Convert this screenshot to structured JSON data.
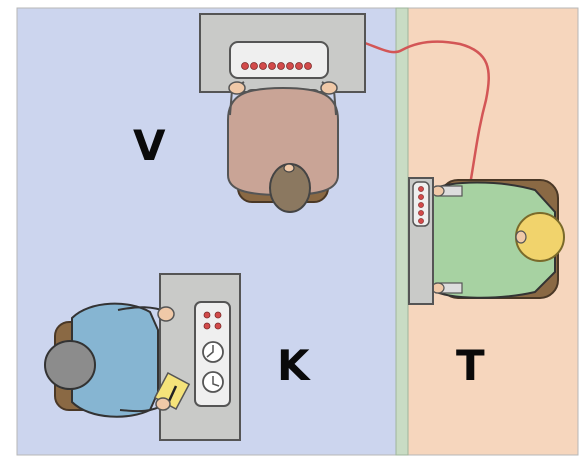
{
  "rooms": {
    "left": {
      "label": "V",
      "color": "#ccd5ee"
    },
    "bottom_left": {
      "label": "K"
    },
    "right": {
      "label": "T",
      "color": "#f6d6bd"
    }
  },
  "colors": {
    "wall": "#c9dcc4",
    "desk": "#c9cac8",
    "wire": "#d35656",
    "light": "#d24a4a",
    "experimenter_shirt": "#c9a496",
    "experimenter_hair": "#8b7860",
    "teacher_shirt": "#86b5d2",
    "teacher_hair": "#8c8c8c",
    "learner_shirt": "#a7d2a2",
    "learner_hair": "#f1d36c",
    "chair": "#8a6944",
    "paper": "#f5e37a"
  },
  "icons": [
    "console-icon",
    "clock-icon",
    "pencil-icon",
    "paper-icon",
    "light-panel-icon"
  ]
}
